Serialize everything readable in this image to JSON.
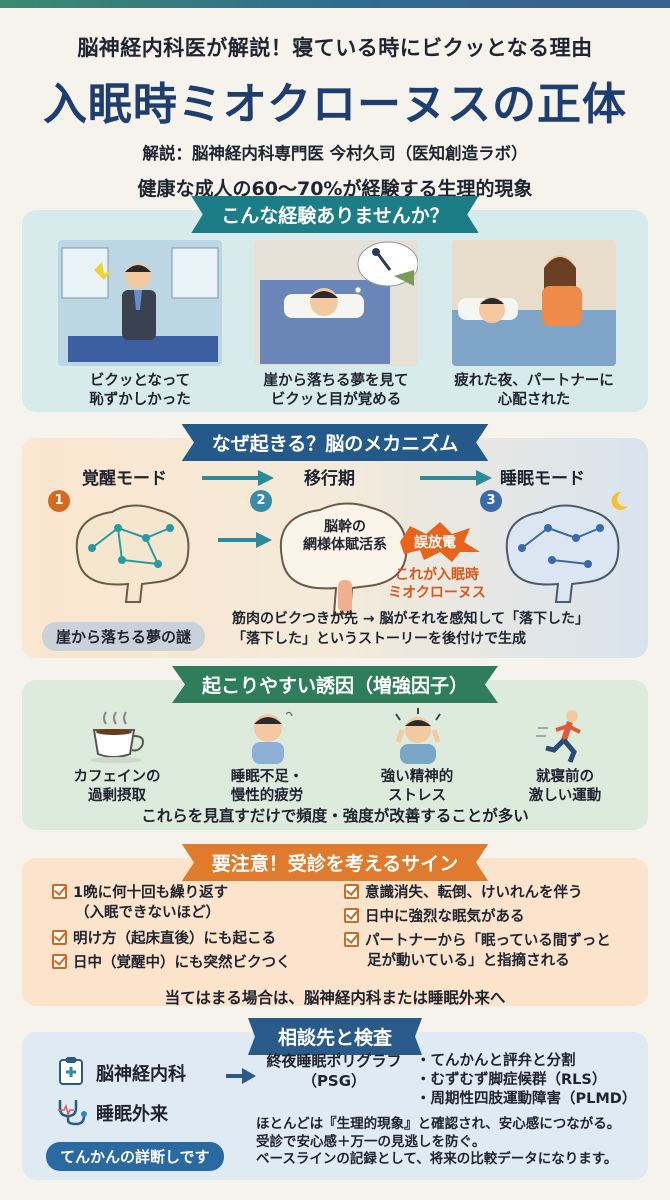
{
  "header": {
    "subtitle": "脳神経内科医が解説！寝ている時にビクッとなる理由",
    "title": "入眠時ミオクローヌスの正体",
    "author": "解説：脳神経内科専門医 今村久司（医知創造ラボ）",
    "stat": "健康な成人の60〜70%が経験する生理的現象"
  },
  "experience": {
    "heading": "こんな経験ありませんか？",
    "items": [
      {
        "line1": "ビクッとなって",
        "line2": "恥ずかしかった"
      },
      {
        "line1": "崖から落ちる夢を見て",
        "line2": "ビクッと目が覚める"
      },
      {
        "line1": "疲れた夜、パートナーに",
        "line2": "心配された"
      }
    ]
  },
  "mechanism": {
    "heading": "なぜ起きる？脳のメカニズム",
    "modes": [
      "覚醒モード",
      "移行期",
      "睡眠モード"
    ],
    "numbers": [
      "1",
      "2",
      "3"
    ],
    "brainstem_line1": "脳幹の",
    "brainstem_line2": "網様体賦活系",
    "misfire": "誤放電",
    "callout_line1": "これが入眠時",
    "callout_line2": "ミオクローヌス",
    "dream_label": "崖から落ちる夢の謎",
    "dream_line1": "筋肉のビクつきが先 → 脳がそれを感知して「落下した」",
    "dream_line2": "「落下した」というストーリーを後付けで生成"
  },
  "factors": {
    "heading": "起こりやすい誘因（増強因子）",
    "items": [
      {
        "line1": "カフェインの",
        "line2": "過剰摂取",
        "icon": "coffee-cup-icon"
      },
      {
        "line1": "睡眠不足・",
        "line2": "慢性的疲労",
        "icon": "tired-person-icon"
      },
      {
        "line1": "強い精神的",
        "line2": "ストレス",
        "icon": "stressed-person-icon"
      },
      {
        "line1": "就寝前の",
        "line2": "激しい運動",
        "icon": "runner-icon"
      }
    ],
    "note": "これらを見直すだけで頻度・強度が改善することが多い"
  },
  "warning": {
    "heading": "要注意！受診を考えるサイン",
    "left": [
      {
        "line1": "1晩に何十回も繰り返す",
        "line2": "（入眠できないほど）"
      },
      {
        "line1": "明け方（起床直後）にも起こる",
        "line2": ""
      },
      {
        "line1": "日中（覚醒中）にも突然ビクつく",
        "line2": ""
      }
    ],
    "right": [
      {
        "line1": "意識消失、転倒、けいれんを伴う",
        "line2": ""
      },
      {
        "line1": "日中に強烈な眠気がある",
        "line2": ""
      },
      {
        "line1": "パートナーから「眠っている間ずっと",
        "line2": "足が動いている」と指摘される"
      }
    ],
    "note": "当てはまる場合は、脳神経内科または睡眠外来へ"
  },
  "consult": {
    "heading": "相談先と検査",
    "dept1": "脳神経内科",
    "dept2": "睡眠外来",
    "pill": "てんかんの詳断しです",
    "psg_line1": "終夜睡眠ポリグラフ",
    "psg_line2": "（PSG）",
    "diffs": [
      "・てんかんと評弁と分割",
      "・むずむず脚症候群（RLS）",
      "・周期性四肢運動障害（PLMD）"
    ],
    "summary": [
      "ほとんどは『生理的現象』と確認され、安心感につながる。",
      "受診で安心感＋万一の見逃しを防ぐ。",
      "ベースラインの記録として、将来の比較データになります。"
    ]
  },
  "colors": {
    "title": "#1d3e6e",
    "accent_orange": "#e07a2c",
    "teal": "#1c7d86"
  }
}
